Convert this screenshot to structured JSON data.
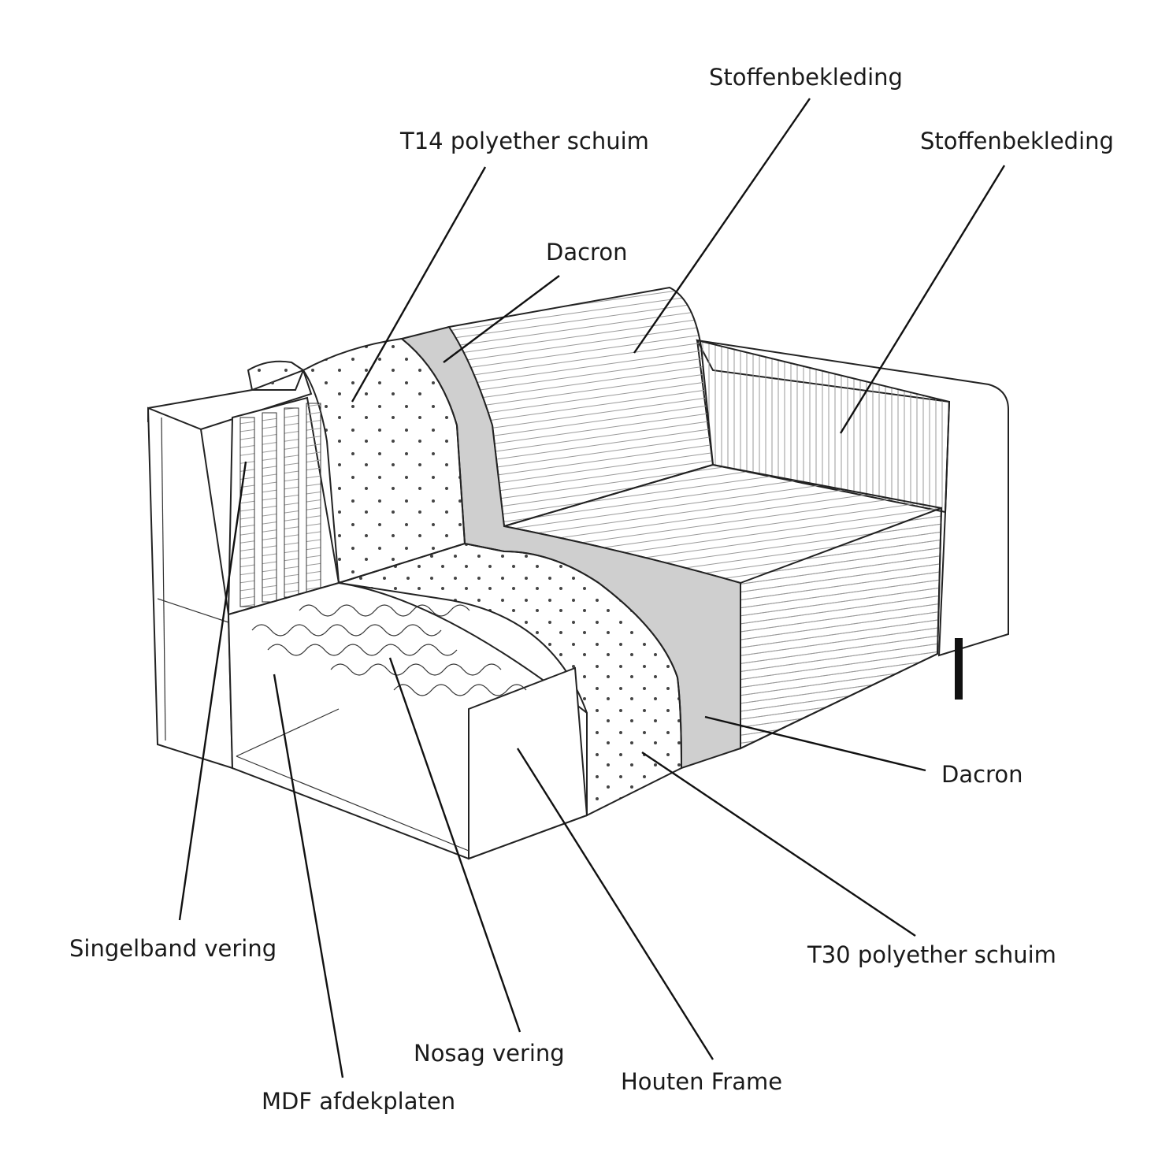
{
  "labels": {
    "stoffenbekleding_top": "Stoffenbekleding",
    "t14": "T14 polyether schuim",
    "stoffenbekleding_right": "Stoffenbekleding",
    "dacron_top": "Dacron",
    "dacron_right": "Dacron",
    "t30": "T30 polyether schuim",
    "singelband": "Singelband vering",
    "nosag": "Nosag vering",
    "houten_frame": "Houten Frame",
    "mdf": "MDF afdekplaten"
  },
  "colors": {
    "dacron_fill": "#cfcfcf",
    "line": "#111111",
    "background": "#ffffff"
  }
}
